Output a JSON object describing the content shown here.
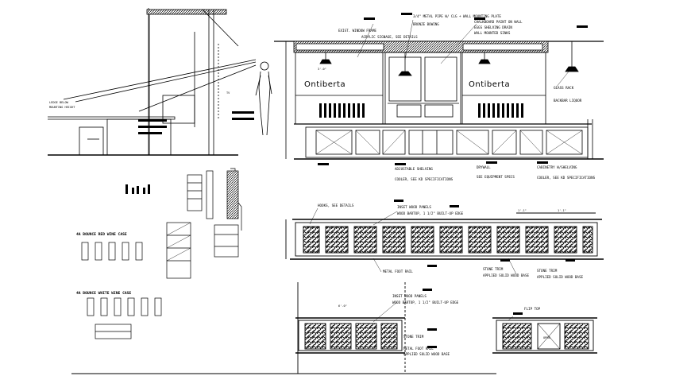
{
  "sheet": {
    "brand_text": "Ontiberta",
    "labels": {
      "exist_window_frame": "EXIST. WINDOW FRAME",
      "acrylic_signage": "ACRYLIC SIGNAGE, SEE DETAILS",
      "metal_pipe": "3/4\" METAL PIPE W/ CLG + WALL MOUNTING PLATE",
      "bronze_bowing": "BRONZE BOWING",
      "chalkboard_paint": "CHALKBOARD PAINT ON WALL",
      "eggs_shelving_drain": "EGGS SHELVING DRAIN",
      "wall_mounted_sinks": "WALL MOUNTED SINKS",
      "glass_rack": "GLASS RACK",
      "backbar_liquor": "BACKBAR LIQUOR",
      "adjustable_shelving": "ADJUSTABLE SHELVING",
      "drywall": "DRYWALL",
      "see_equipment_specs": "SEE EQUIPMENT SPECS",
      "cabinetry_shelving": "CABINETRY W/SHELVING",
      "cooler_specs": "COOLER, SEE KD SPECIFICATIONS",
      "hooks": "HOOKS, SEE DETAILS",
      "inset_wood_panels": "INSET WOOD PANELS",
      "wood_bartop": "WOOD BARTOP, 1 1/2\" BUILT-UP EDGE",
      "metal_foot_rail": "METAL FOOT RAIL",
      "stone_trim": "STONE TRIM",
      "applied_solid_wood_base": "APPLIED SOLID WOOD BASE",
      "flip_top": "FLIP TOP",
      "open": "OPEN",
      "wine_case_caption_1": "4A BOUNCE RED WINE CASE",
      "wine_case_caption_2": "4A BOUNCE WHITE WINE CASE",
      "dim_1": "1'-1\"",
      "dim_2": "6'-0\"",
      "dim_3": "3'-0\""
    }
  }
}
